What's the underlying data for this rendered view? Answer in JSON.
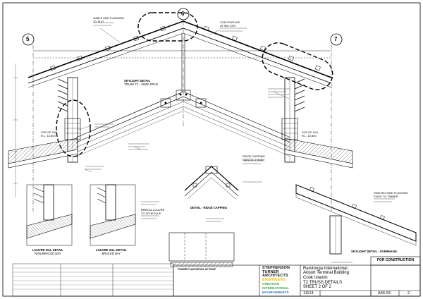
{
  "grid_labels": {
    "left": "5",
    "center": "6",
    "right": "7"
  },
  "details": {
    "skylight": [
      "SKYLIGHT DETAIL",
      "TRUSS T2 - 19200 SPAN"
    ],
    "ridge": "DETAIL - RIDGE CAPPING",
    "overhang": "SKYLIGHT DETAIL - OVERHANG",
    "louvre_non_braced": [
      "LOUVRE SILL DETAIL",
      "NON-BRACED BAY"
    ],
    "louvre_braced": [
      "LOUVRE SILL DETAIL",
      "BRACED BAY"
    ],
    "stamp": "TOWER PLAN DETAIL AT ROOF"
  },
  "notes": {
    "top_of_sill_left": [
      "TOP OF SILL",
      "R.L. 10.800"
    ],
    "top_of_sill_right": [
      "TOP OF SILL",
      "R.L. 10.800"
    ],
    "gable": [
      "GABLE END FLASHING",
      "TO SUIT"
    ],
    "purlin": [
      "C150 PURLINS",
      "AT 900 CRS"
    ],
    "ridge_cap": [
      "RIDGE CAPPING",
      "PAINTED FINISH"
    ],
    "louvre": [
      "BREEZA LOUVRE",
      "TO SCHEDULE"
    ],
    "flashing": [
      "PAINTED SIDE FLASHING",
      "FIXED TO TIMBER"
    ]
  },
  "title_block": {
    "status": "FOR CONSTRUCTION",
    "project_lines": [
      "Rarotonga International",
      "Airport Terminal Building",
      "Cook Islands"
    ],
    "drawing_lines": [
      "T2 TRUSS DETAILS",
      "SHEET 2 OF 2"
    ],
    "firm_lines": [
      "STEPHENSON",
      "TURNER",
      "ARCHITECTS",
      "ENGINEERS",
      "CREATING",
      "INTERNATIONAL",
      "ENVIRONMENTS"
    ],
    "job_number": "11124",
    "drawing_number": "A66-53",
    "revision": "2"
  },
  "colors": {
    "line": "#000000",
    "hatch": "#333333",
    "firm_black": "#111111",
    "firm_yellow": "#f2c200",
    "firm_green": "#2a9d3a",
    "firm_blue": "#2c6fb5"
  }
}
